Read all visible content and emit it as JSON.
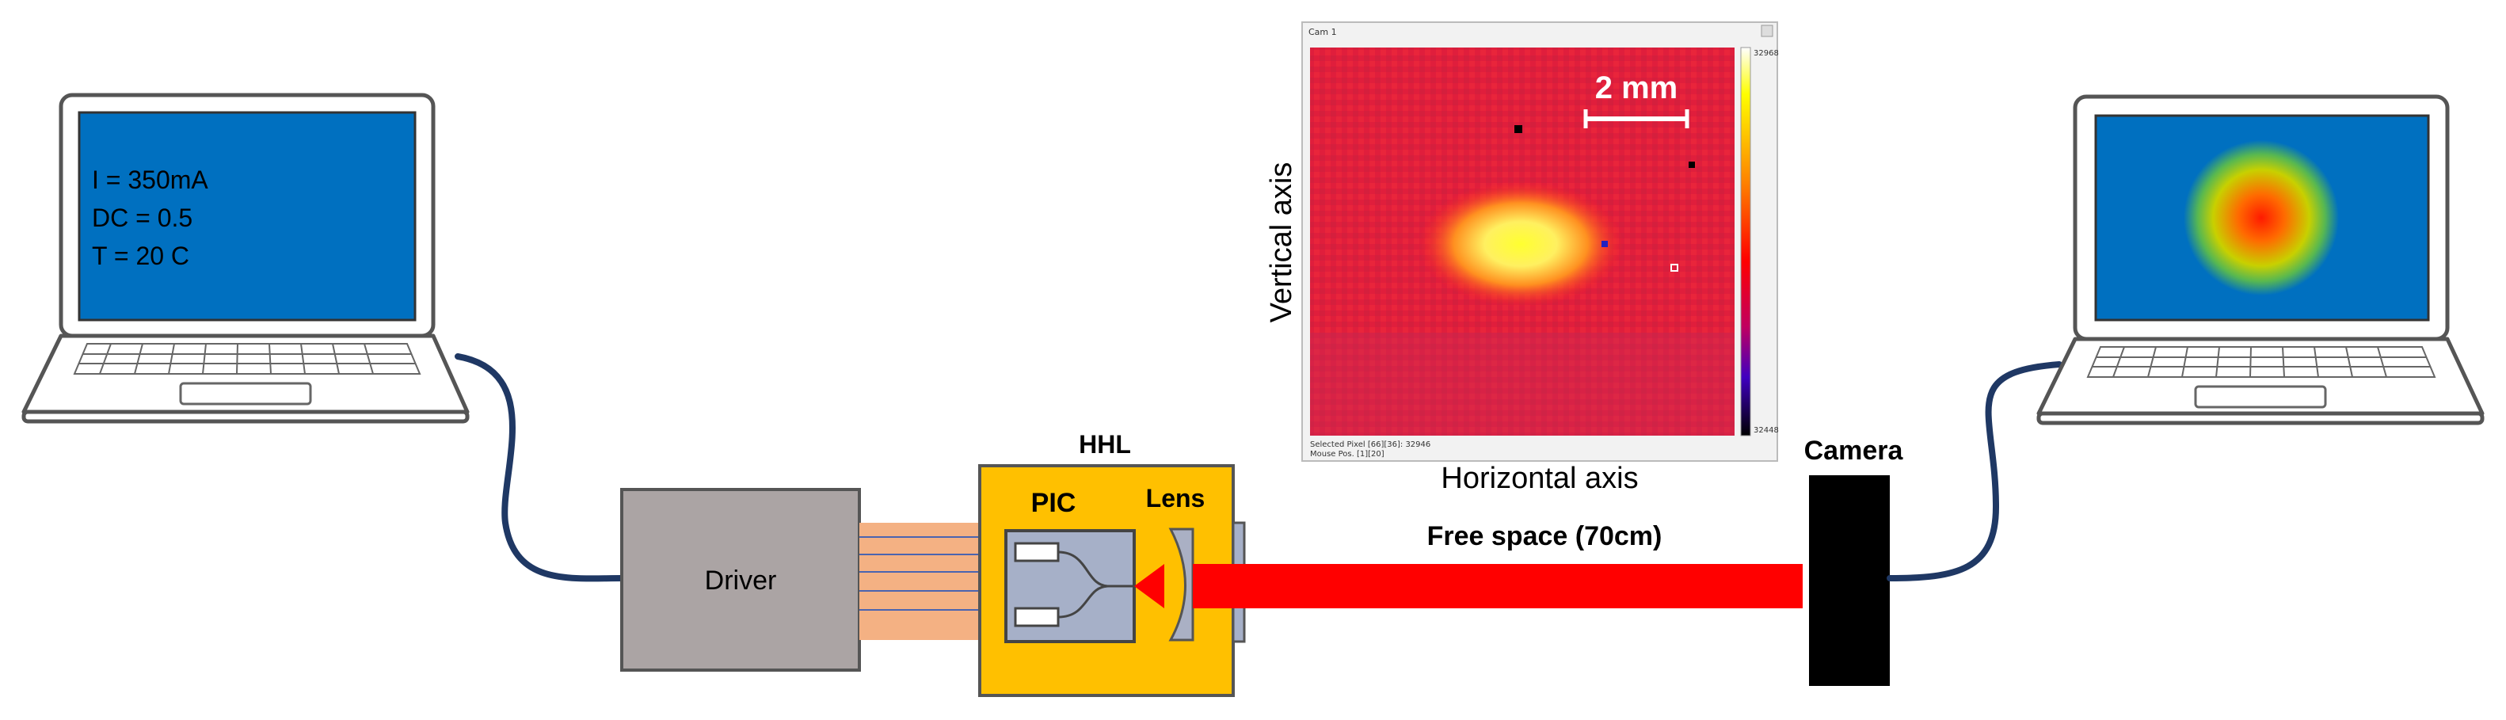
{
  "left_laptop": {
    "screen_lines": [
      "I = 350mA",
      "DC = 0.5",
      "T = 20 C"
    ],
    "screen_color": "#0070c0"
  },
  "right_laptop": {
    "screen_color": "#0070c0"
  },
  "driver": {
    "label": "Driver",
    "color": "#aba4a4"
  },
  "hhl": {
    "title": "HHL",
    "pic_label": "PIC",
    "lens_label": "Lens",
    "housing_color": "#ffc000",
    "pic_color": "#a6b0c8"
  },
  "fiber_color": "#f4b183",
  "cable_color": "#1f3864",
  "beam": {
    "label": "Free space (70cm)",
    "color": "#ff0000"
  },
  "camera": {
    "label": "Camera",
    "color": "#000000"
  },
  "beam_image": {
    "window_title": "Cam 1",
    "scale_bar": "2 mm",
    "xlabel": "Horizontal axis",
    "ylabel": "Vertical axis",
    "colorbar_max": "32968",
    "colorbar_min": "32448",
    "status_line1": "Selected Pixel [66][36]: 32946",
    "status_line2": "Mouse Pos. [1][20]"
  }
}
